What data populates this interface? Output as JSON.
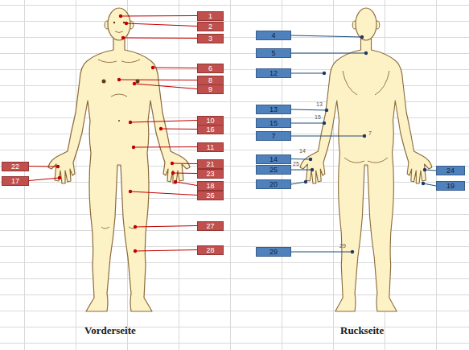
{
  "diagram": {
    "nodes": [
      {
        "text": [
          "1"
        ]
      },
      {
        "text": [
          "2"
        ]
      },
      {
        "text": [
          "4"
        ]
      },
      {
        "text": [
          "3"
        ]
      },
      {
        "text": [
          "5"
        ]
      },
      {
        "text": [
          "6"
        ]
      },
      {
        "text": [
          "12"
        ]
      },
      {
        "text": [
          "8"
        ]
      },
      {
        "text": [
          "9"
        ]
      },
      {
        "text": [
          "13"
        ]
      },
      {
        "text": [
          "10"
        ]
      },
      {
        "text": [
          "15"
        ]
      },
      {
        "text": [
          "16"
        ]
      },
      {
        "text": [
          "7"
        ]
      },
      {
        "text": [
          "11"
        ]
      },
      {
        "text": [
          "14"
        ]
      },
      {
        "text": [
          "21"
        ]
      },
      {
        "text": [
          "22"
        ]
      },
      {
        "text": [
          "25"
        ]
      },
      {
        "text": [
          "24"
        ]
      },
      {
        "text": [
          "23"
        ]
      },
      {
        "text": [
          "17"
        ]
      },
      {
        "text": [
          "20"
        ]
      },
      {
        "text": [
          "18"
        ]
      },
      {
        "text": [
          "19"
        ]
      },
      {
        "text": [
          "26"
        ]
      },
      {
        "text": [
          "27"
        ]
      },
      {
        "text": [
          "28"
        ]
      },
      {
        "text": [
          "29"
        ]
      }
    ],
    "labels": [
      "13",
      "15",
      "7",
      "14",
      "25",
      "29",
      "Vorderseite",
      "Ruckseite"
    ]
  }
}
